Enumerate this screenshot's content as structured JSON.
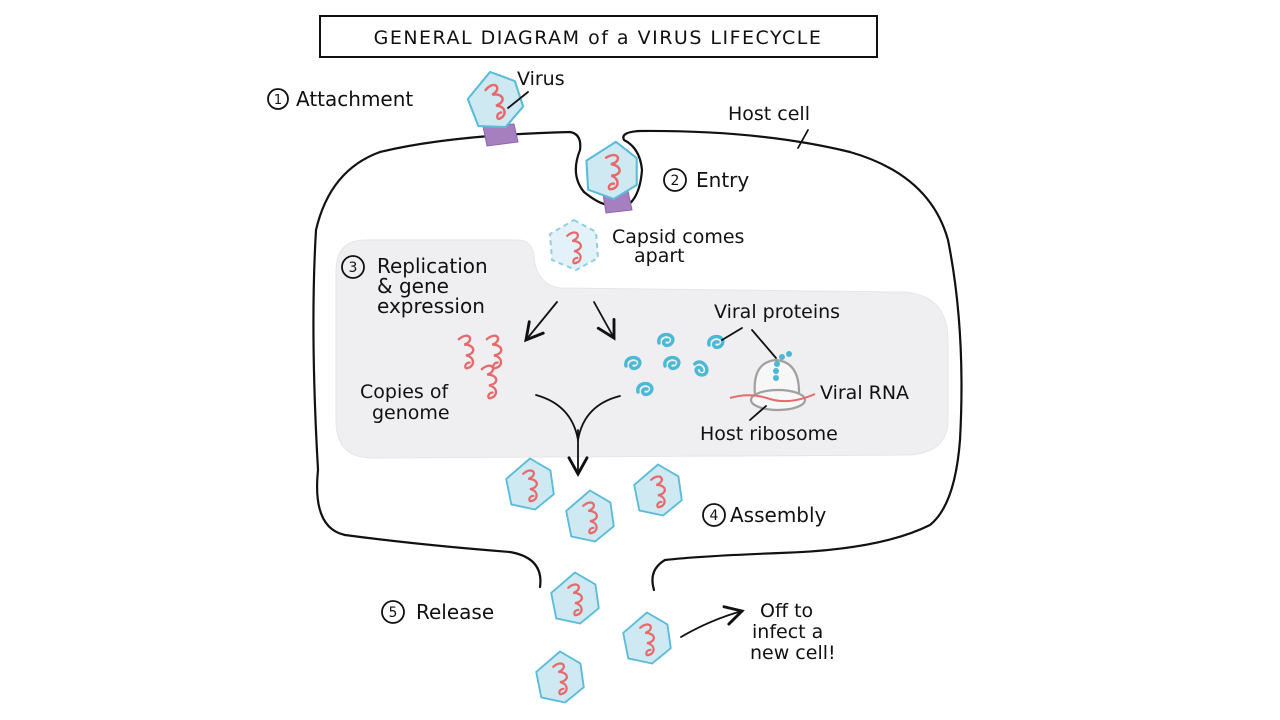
{
  "title": "GENERAL DIAGRAM of a VIRUS LIFECYCLE",
  "colors": {
    "capsid_fill": "#cfe9f3",
    "capsid_stroke": "#5bbcd9",
    "genome": "#e8696b",
    "receptor": "#a57fbf",
    "cytoplasm_region": "#efeff1",
    "ribosome": "#a0a0a0",
    "protein": "#4bb8d6",
    "outline": "#111111"
  },
  "steps": [
    {
      "number": "1",
      "label": "Attachment"
    },
    {
      "number": "2",
      "label": "Entry"
    },
    {
      "number": "3",
      "label_lines": [
        "Replication",
        "& gene",
        "expression"
      ]
    },
    {
      "number": "4",
      "label": "Assembly"
    },
    {
      "number": "5",
      "label": "Release"
    }
  ],
  "annotations": {
    "virus": "Virus",
    "host_cell": "Host cell",
    "capsid_apart": [
      "Capsid comes",
      "apart"
    ],
    "viral_proteins": "Viral proteins",
    "viral_rna": "Viral RNA",
    "host_ribosome": "Host ribosome",
    "copies_of_genome": [
      "Copies of",
      "genome"
    ],
    "off_to_infect": [
      "Off to",
      "infect a",
      "new cell!"
    ]
  }
}
